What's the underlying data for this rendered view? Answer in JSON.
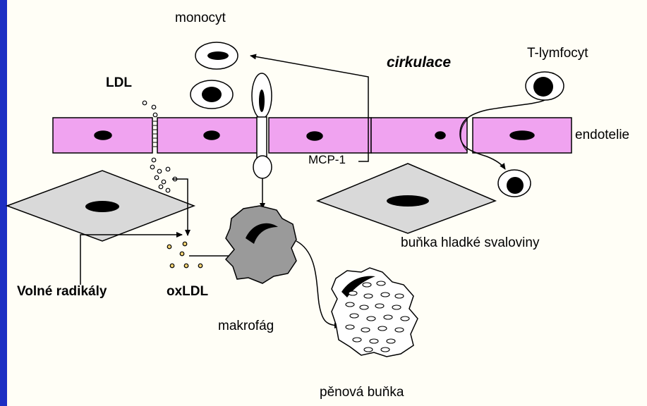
{
  "labels": {
    "monocyte": "monocyt",
    "circulation": "cirkulace",
    "t_lymphocyte": "T-lymfocyt",
    "ldl": "LDL",
    "endothelium": "endotelie",
    "mcp1": "MCP-1",
    "smooth_muscle": "buňka hladké svaloviny",
    "free_radicals": "Volné radikály",
    "oxldl": "oxLDL",
    "macrophage": "makrofág",
    "foam_cell": "pěnová buňka"
  },
  "colors": {
    "background_border": "#1c2fc3",
    "canvas": "#fffef6",
    "endothelium_fill": "#f0a3f0",
    "cell_gray": "#d9d9d9",
    "macrophage_gray": "#9a9a9a",
    "nucleus": "#000000"
  }
}
